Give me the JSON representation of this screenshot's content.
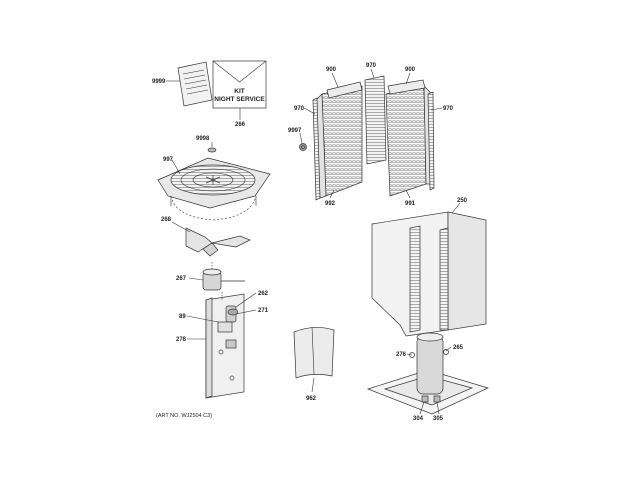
{
  "kit": {
    "line1": "KIT",
    "line2": "NIGHT SERVICE"
  },
  "art_number": "(ART NO. WJ2504 C3)",
  "callouts": [
    {
      "id": "c9999",
      "text": "9999"
    },
    {
      "id": "c266",
      "text": "266"
    },
    {
      "id": "c9998",
      "text": "9998"
    },
    {
      "id": "c997",
      "text": "997"
    },
    {
      "id": "c268",
      "text": "268"
    },
    {
      "id": "c267",
      "text": "267"
    },
    {
      "id": "c262",
      "text": "262"
    },
    {
      "id": "c89",
      "text": "89"
    },
    {
      "id": "c271",
      "text": "271"
    },
    {
      "id": "c278",
      "text": "278"
    },
    {
      "id": "c900a",
      "text": "900"
    },
    {
      "id": "c970a",
      "text": "970"
    },
    {
      "id": "c900b",
      "text": "900"
    },
    {
      "id": "c970b",
      "text": "970"
    },
    {
      "id": "c970c",
      "text": "970"
    },
    {
      "id": "c9997",
      "text": "9997"
    },
    {
      "id": "c992",
      "text": "992"
    },
    {
      "id": "c991",
      "text": "991"
    },
    {
      "id": "c250",
      "text": "250"
    },
    {
      "id": "c962",
      "text": "962"
    },
    {
      "id": "c276",
      "text": "276"
    },
    {
      "id": "c265",
      "text": "265"
    },
    {
      "id": "c304",
      "text": "304"
    },
    {
      "id": "c305",
      "text": "305"
    }
  ]
}
